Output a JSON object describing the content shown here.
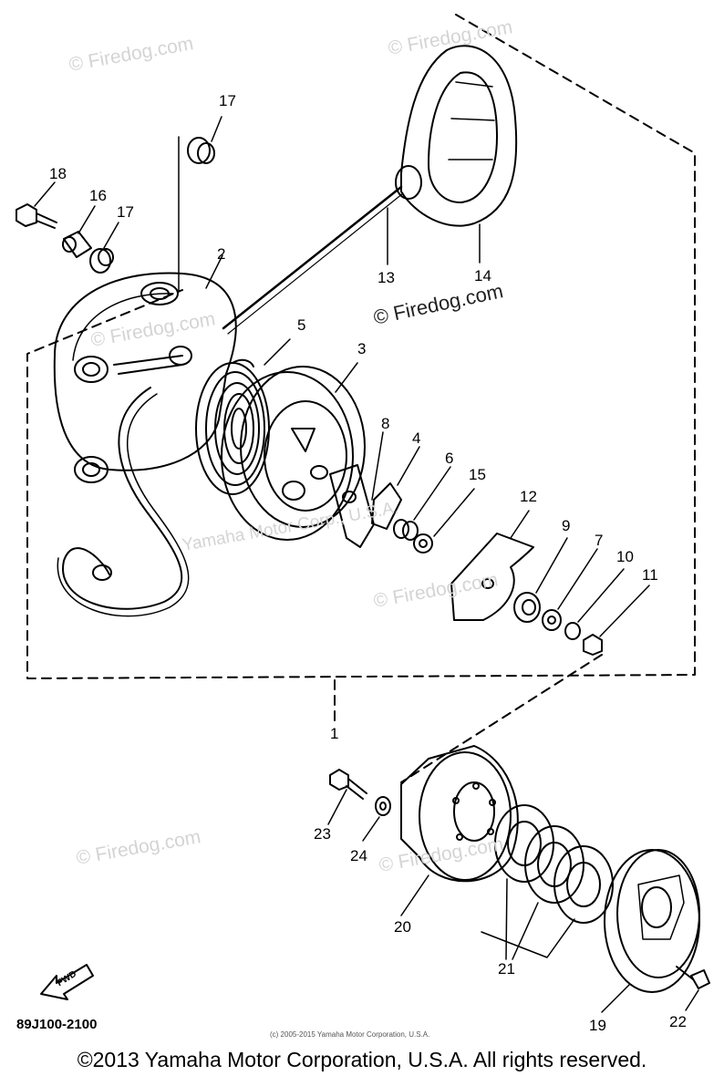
{
  "watermarks": {
    "firedog": "© Firedog.com",
    "faint": "Yamaha Motor Corp., U.S.A."
  },
  "parts": [
    {
      "id": "p17a",
      "label": "17"
    },
    {
      "id": "p18",
      "label": "18"
    },
    {
      "id": "p16",
      "label": "16"
    },
    {
      "id": "p17b",
      "label": "17"
    },
    {
      "id": "p2",
      "label": "2"
    },
    {
      "id": "p13",
      "label": "13"
    },
    {
      "id": "p14",
      "label": "14"
    },
    {
      "id": "p5",
      "label": "5"
    },
    {
      "id": "p3",
      "label": "3"
    },
    {
      "id": "p8",
      "label": "8"
    },
    {
      "id": "p4",
      "label": "4"
    },
    {
      "id": "p6",
      "label": "6"
    },
    {
      "id": "p15",
      "label": "15"
    },
    {
      "id": "p12",
      "label": "12"
    },
    {
      "id": "p9",
      "label": "9"
    },
    {
      "id": "p7",
      "label": "7"
    },
    {
      "id": "p10",
      "label": "10"
    },
    {
      "id": "p11",
      "label": "11"
    },
    {
      "id": "p1",
      "label": "1"
    },
    {
      "id": "p23",
      "label": "23"
    },
    {
      "id": "p24",
      "label": "24"
    },
    {
      "id": "p20",
      "label": "20"
    },
    {
      "id": "p21",
      "label": "21"
    },
    {
      "id": "p19",
      "label": "19"
    },
    {
      "id": "p22",
      "label": "22"
    }
  ],
  "fwd_label": "FWD",
  "part_code": "89J100-2100",
  "small_copyright": "(c) 2005-2015 Yamaha Motor Corporation, U.S.A.",
  "footer": "©2013 Yamaha Motor Corporation, U.S.A. All rights reserved."
}
